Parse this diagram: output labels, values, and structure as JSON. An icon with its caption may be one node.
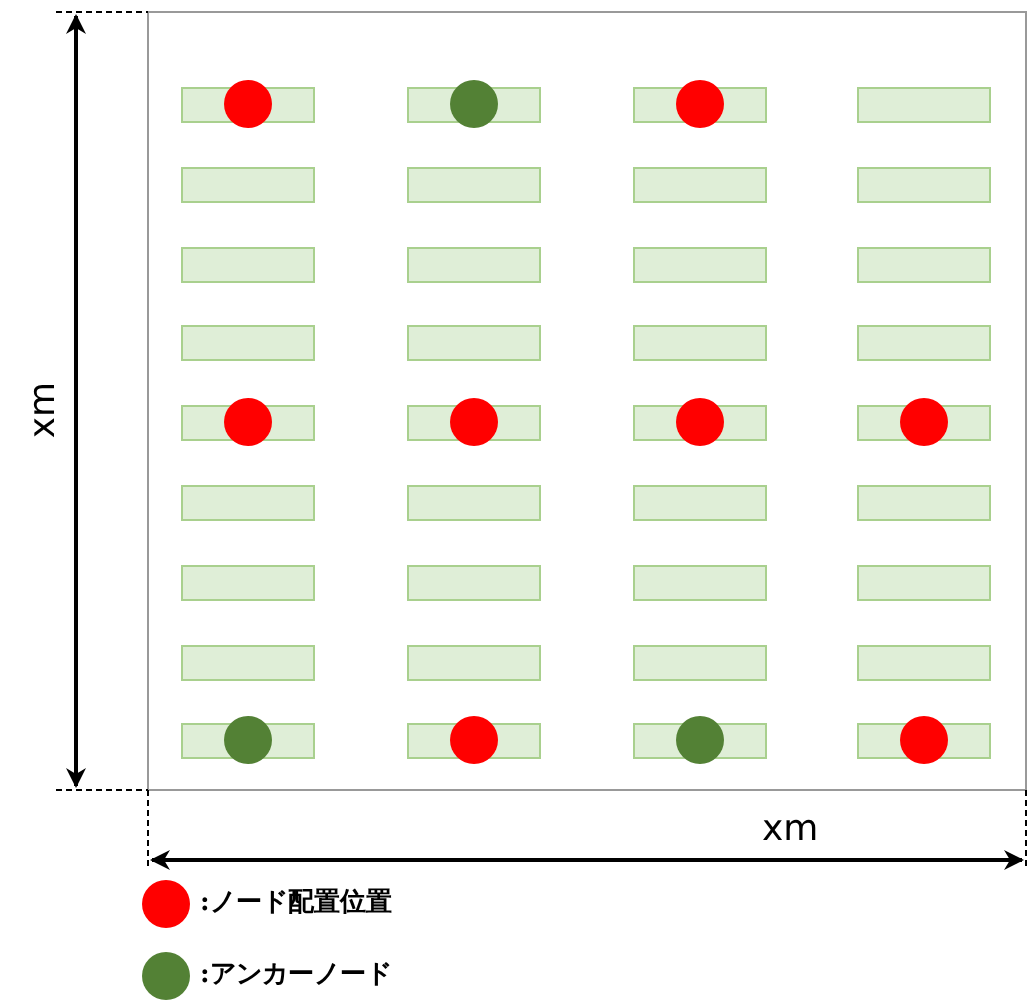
{
  "diagram": {
    "labels": [
      "xm",
      "xm"
    ],
    "legend": [
      {
        "text": ":ノード配置位置",
        "color": "#ff0000"
      },
      {
        "text": ":アンカーノード",
        "color": "#538135"
      }
    ]
  }
}
